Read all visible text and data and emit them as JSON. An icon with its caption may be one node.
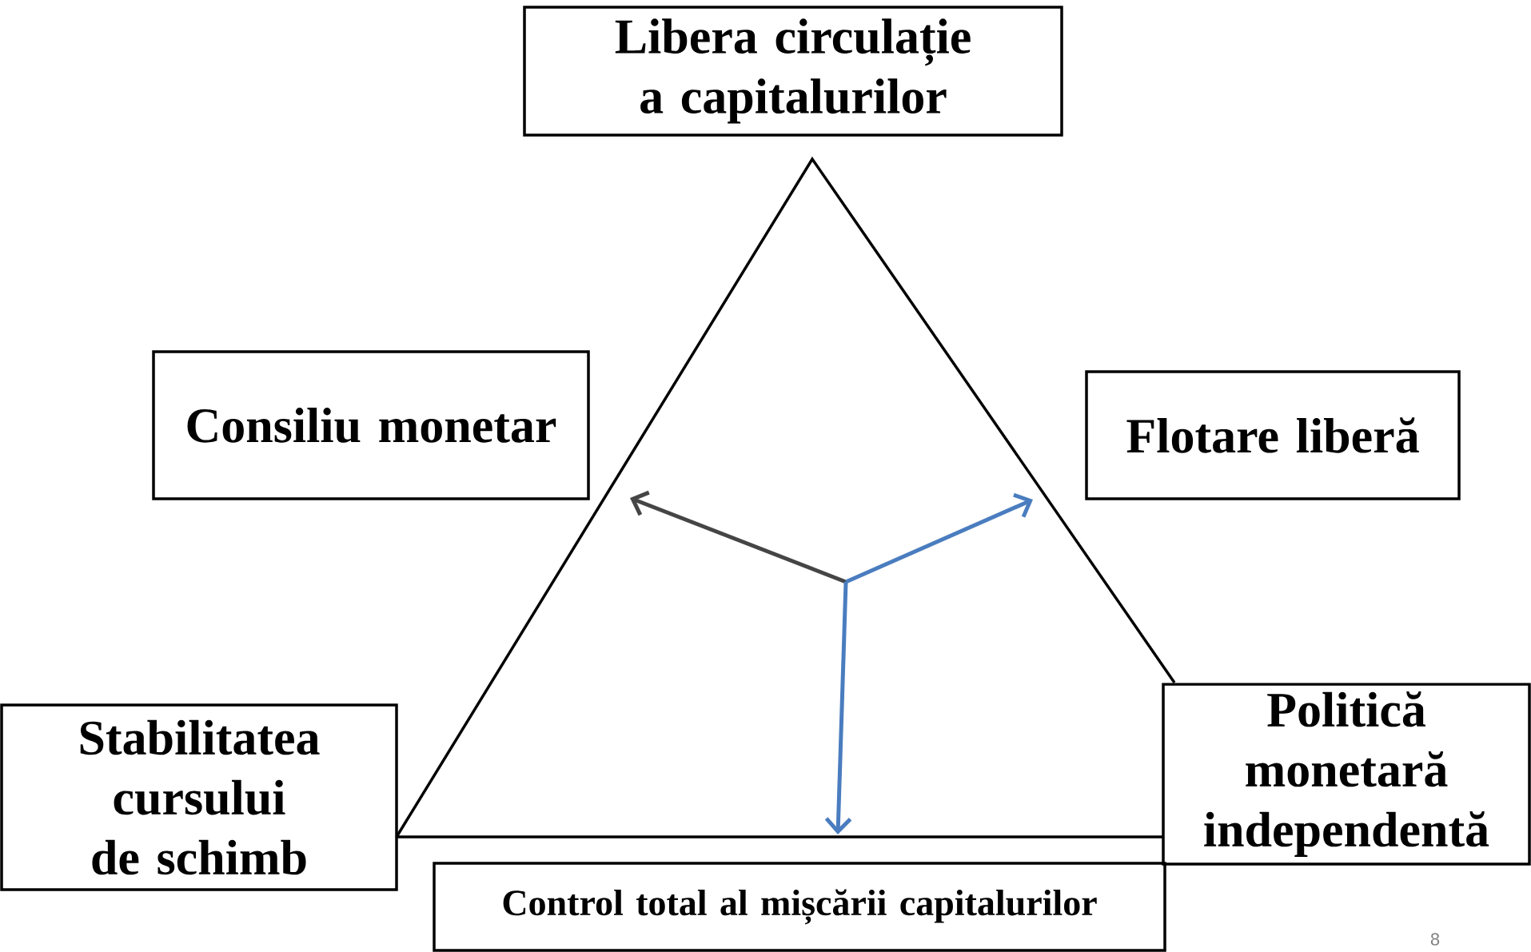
{
  "diagram": {
    "nodes": [
      {
        "text": [
          "Libera circulație a capitalurilor"
        ]
      },
      {
        "text": [
          "Consiliu monetar"
        ]
      },
      {
        "text": [
          "Flotare liberă"
        ]
      },
      {
        "text": [
          "Stabilitatea cursului de schimb"
        ]
      },
      {
        "text": [
          "Politică monetară independentă"
        ]
      },
      {
        "text": [
          "Control total al mișcării capitalurilor"
        ]
      }
    ],
    "labels": [
      "8"
    ]
  }
}
